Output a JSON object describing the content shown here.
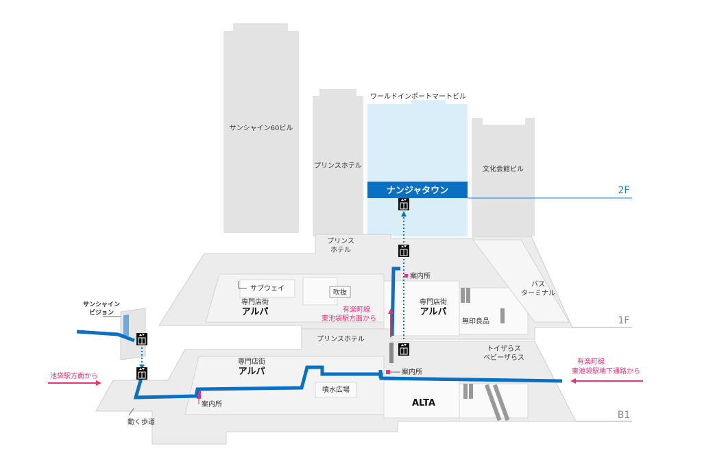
{
  "buildings": {
    "sunshine60": "サンシャイン60ビル",
    "prince_hotel": "プリンスホテル",
    "world_import": "ワールドインポートマートビル",
    "bunka_kaikan": "文化会館ビル"
  },
  "floors": {
    "f2": "2F",
    "f1": "1F",
    "b1": "B1"
  },
  "namja": "ナンジャタウン",
  "f1_labels": {
    "prince_hotel": "プリンス\nホテル",
    "subway": "サブウェイ",
    "alpa_shops": "専門店街",
    "alpa": "アルパ",
    "atrium": "吹抜",
    "info": "案内所",
    "alpa_shops_2": "専門店街",
    "alpa_2": "アルパ",
    "muji": "無印良品",
    "bus_terminal": "バス\nターミナル"
  },
  "b1_labels": {
    "prince_hotel": "プリンスホテル",
    "alpa_shops": "専門店街",
    "alpa": "アルパ",
    "fountain": "噴水広場",
    "info_left": "案内所",
    "info_right": "案内所",
    "toys": "トイザらス\nベビーザらス",
    "alta": "ALTA",
    "moving_walk": "動く歩道"
  },
  "sunshine_vision": "サンシャイン\nビジョン",
  "routes": {
    "from_ikebukuro": "池袋駅方面から",
    "from_yurakucho_1f_line": "有楽町線",
    "from_yurakucho_1f_dest": "東池袋駅方面から",
    "from_yurakucho_b1_line": "有楽町線",
    "from_yurakucho_b1_dest": "東池袋駅地下通路から"
  },
  "colors": {
    "route": "#0b6fc2",
    "accent": "#e6337a",
    "namja_bar": "#0b6fc2",
    "namja_bg": "#daeef9"
  },
  "icons": [
    "elevator-icon"
  ]
}
